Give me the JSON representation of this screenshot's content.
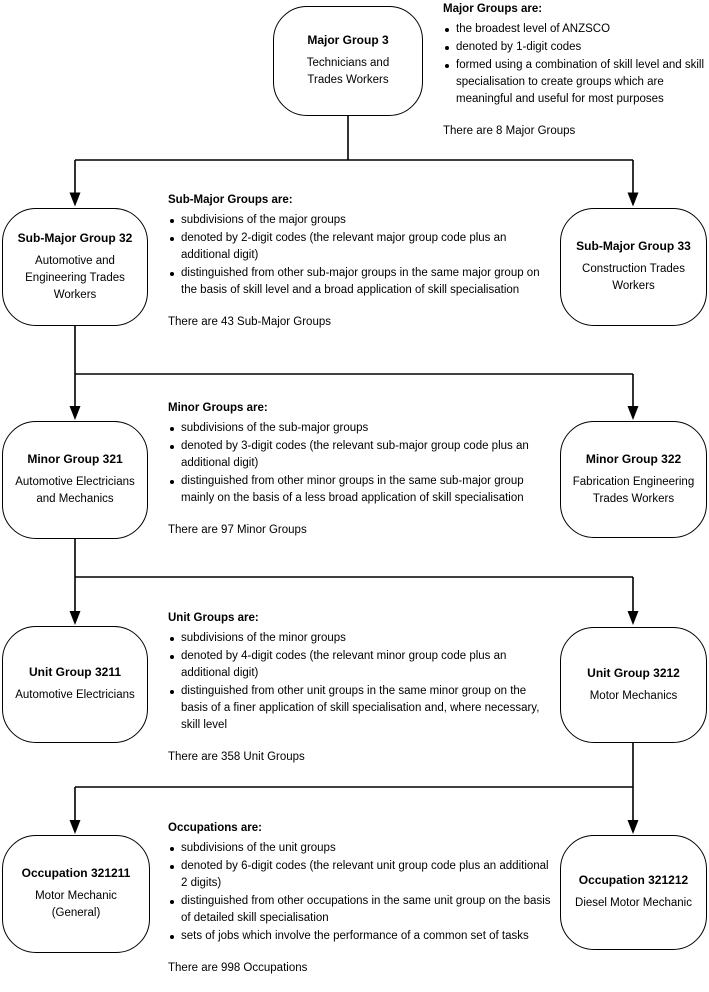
{
  "colors": {
    "line": "#000000",
    "text": "#000000",
    "background": "#ffffff"
  },
  "levels": [
    {
      "heading": "Major Groups are:",
      "bullets": [
        "the broadest level of ANZSCO",
        "denoted by 1-digit codes",
        "formed using a combination of skill level and skill specialisation to create groups which are meaningful and useful for most purposes"
      ],
      "count_note": "There are 8 Major Groups",
      "node": {
        "title": "Major Group 3",
        "subtitle": "Technicians and Trades Workers"
      }
    },
    {
      "heading": "Sub-Major Groups are:",
      "bullets": [
        "subdivisions of the major groups",
        "denoted by 2-digit codes (the relevant major group code plus an additional digit)",
        "distinguished from other sub-major groups in the same major group on the basis of skill level and a broad application of skill specialisation"
      ],
      "count_note": "There are 43 Sub-Major Groups",
      "left_node": {
        "title": "Sub-Major Group 32",
        "subtitle": "Automotive and Engineering Trades Workers"
      },
      "right_node": {
        "title": "Sub-Major Group 33",
        "subtitle": "Construction Trades Workers"
      }
    },
    {
      "heading": "Minor Groups are:",
      "bullets": [
        "subdivisions of the sub-major groups",
        "denoted by 3-digit codes (the relevant sub-major group code plus an additional digit)",
        "distinguished from other minor groups in the same sub-major group mainly on the basis of a less broad application of skill specialisation"
      ],
      "count_note": "There are 97 Minor Groups",
      "left_node": {
        "title": "Minor Group 321",
        "subtitle": "Automotive Electricians and Mechanics"
      },
      "right_node": {
        "title": "Minor Group 322",
        "subtitle": "Fabrication Engineering Trades Workers"
      }
    },
    {
      "heading": "Unit Groups are:",
      "bullets": [
        "subdivisions of the minor groups",
        "denoted by 4-digit codes (the relevant minor group code plus an additional digit)",
        "distinguished from other unit groups in the same minor group on the basis of a finer application of skill specialisation and, where necessary, skill level"
      ],
      "count_note": "There are 358 Unit Groups",
      "left_node": {
        "title": "Unit Group 3211",
        "subtitle": "Automotive Electricians"
      },
      "right_node": {
        "title": "Unit Group 3212",
        "subtitle": "Motor Mechanics"
      }
    },
    {
      "heading": "Occupations are:",
      "bullets": [
        "subdivisions of the unit groups",
        "denoted by 6-digit codes (the relevant unit group code plus an additional 2 digits)",
        "distinguished from other occupations in the same unit group on the basis of detailed skill specialisation",
        "sets of jobs which involve the performance of a common set of tasks"
      ],
      "count_note": "There are 998 Occupations",
      "left_node": {
        "title": "Occupation 321211",
        "subtitle": "Motor Mechanic (General)"
      },
      "right_node": {
        "title": "Occupation 321212",
        "subtitle": "Diesel Motor Mechanic"
      }
    }
  ]
}
